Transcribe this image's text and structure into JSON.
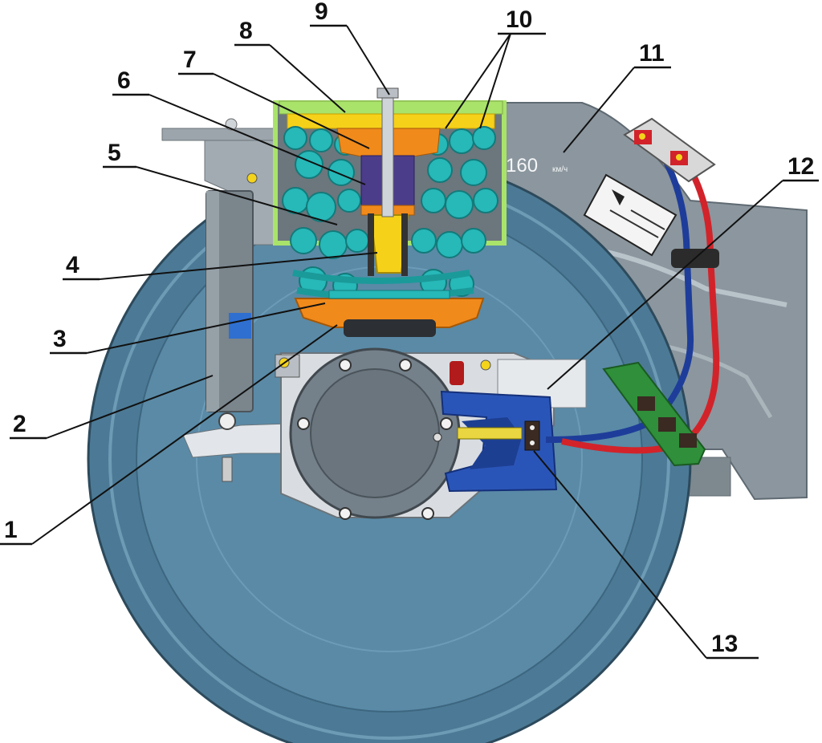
{
  "callouts": [
    {
      "id": "c1",
      "label": "1"
    },
    {
      "id": "c2",
      "label": "2"
    },
    {
      "id": "c3",
      "label": "3"
    },
    {
      "id": "c4",
      "label": "4"
    },
    {
      "id": "c5",
      "label": "5"
    },
    {
      "id": "c6",
      "label": "6"
    },
    {
      "id": "c7",
      "label": "7"
    },
    {
      "id": "c8",
      "label": "8"
    },
    {
      "id": "c9",
      "label": "9"
    },
    {
      "id": "c10",
      "label": "10"
    },
    {
      "id": "c11",
      "label": "11"
    },
    {
      "id": "c12",
      "label": "12"
    },
    {
      "id": "c13",
      "label": "13"
    }
  ],
  "frame_markings": {
    "speed": "160",
    "unit": "км/ч"
  },
  "colors": {
    "wheel": "#4c7a96",
    "spring": "#27b8b8",
    "housing_frame": "#a9e36a",
    "orange_parts": "#f08a1b",
    "damper": "#4b3d8a",
    "yellow_parts": "#f6d11a",
    "axlebox": "#d9dde1",
    "bogie_frame": "#8b969e",
    "bracket_blue": "#2a55b8",
    "wire_blue": "#1e3d9a",
    "wire_red": "#d2232a",
    "sensor_green": "#2f8f3a"
  }
}
